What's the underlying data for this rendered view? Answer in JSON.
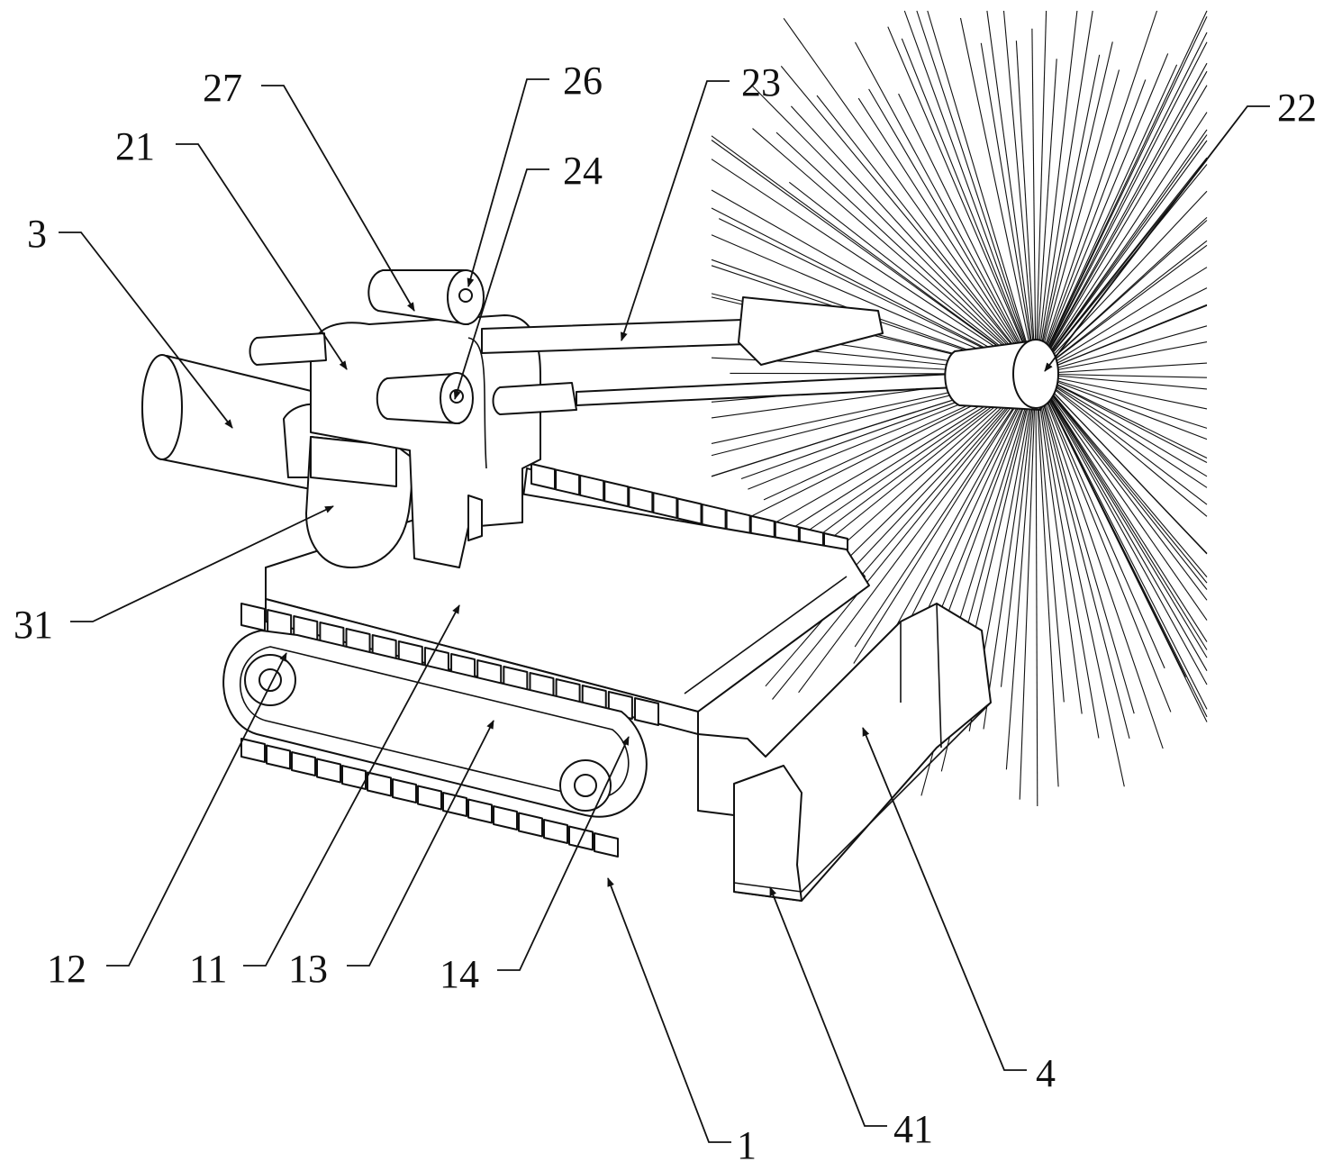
{
  "references": [
    {
      "id": "r1",
      "number": "1"
    },
    {
      "id": "r3",
      "number": "3"
    },
    {
      "id": "r4",
      "number": "4"
    },
    {
      "id": "r11",
      "number": "11"
    },
    {
      "id": "r12",
      "number": "12"
    },
    {
      "id": "r13",
      "number": "13"
    },
    {
      "id": "r14",
      "number": "14"
    },
    {
      "id": "r21",
      "number": "21"
    },
    {
      "id": "r22",
      "number": "22"
    },
    {
      "id": "r23",
      "number": "23"
    },
    {
      "id": "r24",
      "number": "24"
    },
    {
      "id": "r26",
      "number": "26"
    },
    {
      "id": "r27",
      "number": "27"
    },
    {
      "id": "r31",
      "number": "31"
    },
    {
      "id": "r41",
      "number": "41"
    }
  ],
  "colors": {
    "line": "#111111",
    "background": "#ffffff"
  }
}
